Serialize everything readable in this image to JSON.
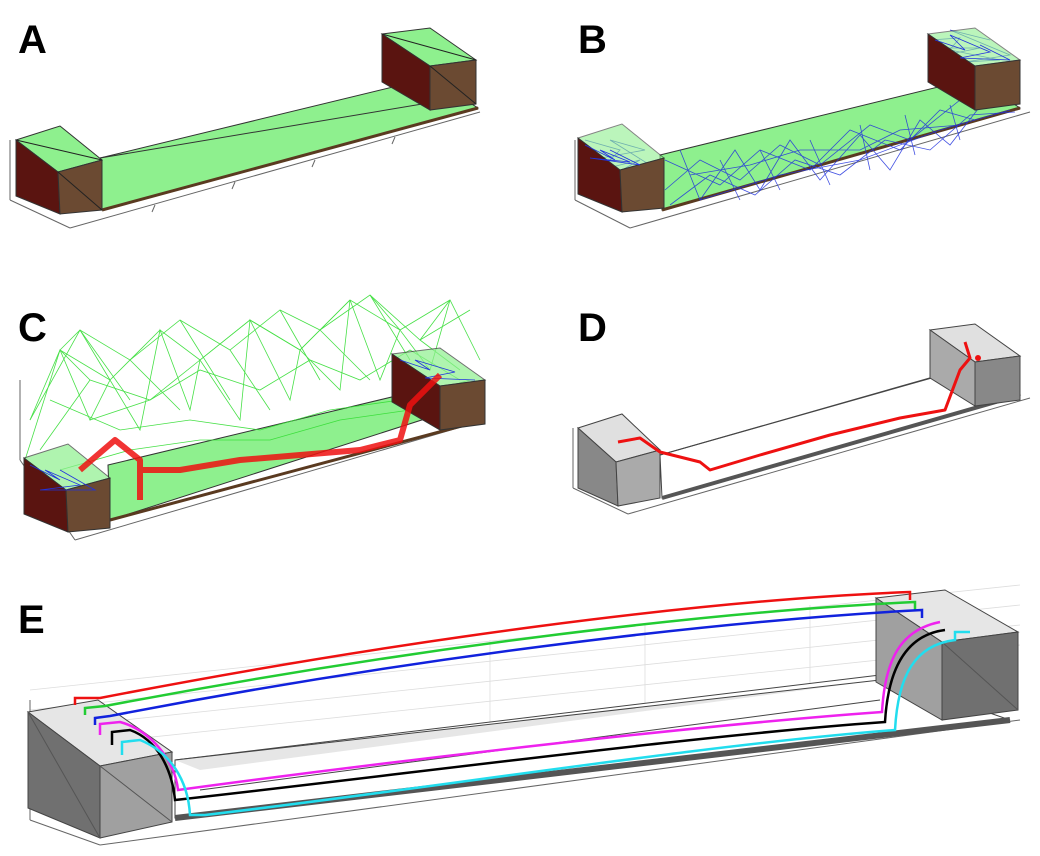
{
  "panels": [
    {
      "id": "A",
      "label": "A"
    },
    {
      "id": "B",
      "label": "B"
    },
    {
      "id": "C",
      "label": "C"
    },
    {
      "id": "D",
      "label": "D"
    },
    {
      "id": "E",
      "label": "E"
    }
  ],
  "colors": {
    "floor_green": "#8ef08e",
    "box_dark_red": "#5a1410",
    "box_brown": "#6b4a32",
    "mesh_blue": "#2233dd",
    "graph_green": "#33dd33",
    "path_red": "#ee1111",
    "box_gray": "#a8a8a8",
    "route_red": "#ee1111",
    "route_green": "#22cc33",
    "route_blue": "#1122dd",
    "route_magenta": "#ee22ee",
    "route_black": "#000000",
    "route_cyan": "#22ddee"
  }
}
